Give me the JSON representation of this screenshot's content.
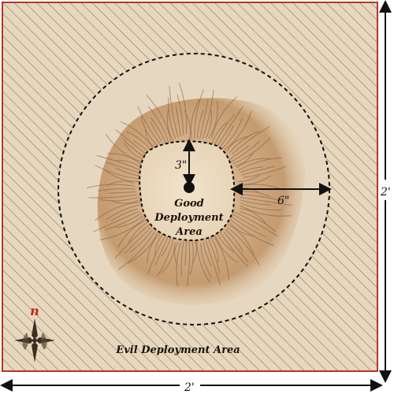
{
  "map": {
    "title_area_good": {
      "line1": "Good",
      "line2": "Deployment",
      "line3": "Area"
    },
    "evil_area_label": "Evil Deployment Area",
    "measurements": {
      "inner_radius": "3\"",
      "ring_width": "6\"",
      "table_width": "2'",
      "table_height": "2'"
    },
    "compass": {
      "north_label": "n"
    },
    "colors": {
      "border": "#b8342a",
      "parchment": "#e9dcc4",
      "hatch": "#6b5a4a",
      "hill": "#c9a27a",
      "dashed_line": "#111111",
      "compass_north": "#c0281e"
    }
  }
}
